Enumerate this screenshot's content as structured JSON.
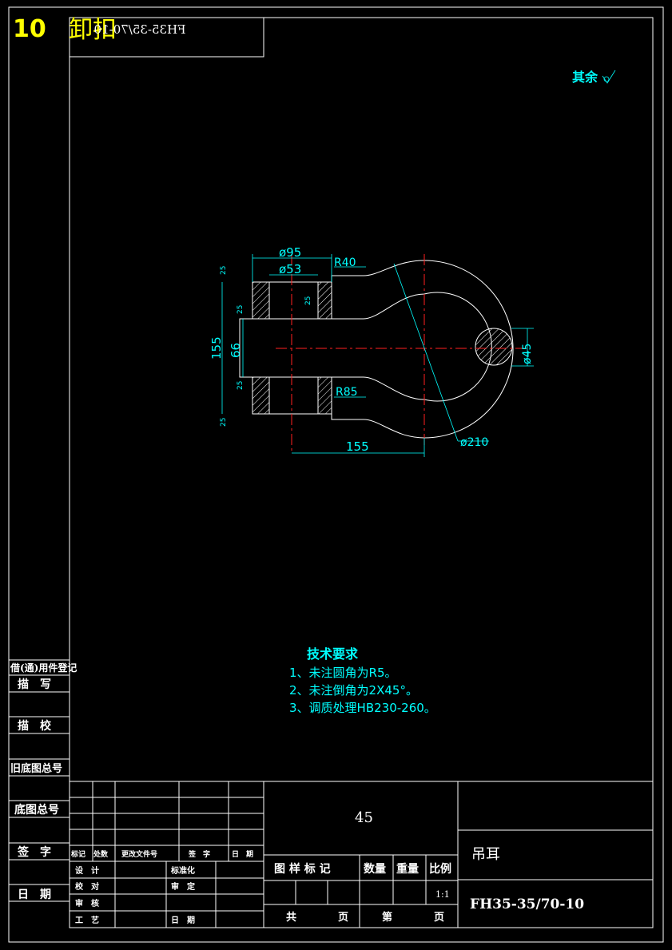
{
  "header": {
    "sheet_no": "10",
    "sheet_name": "卸扣",
    "mirrored_code": "FH35-35/70-10"
  },
  "surface_note": "其余",
  "dimensions": {
    "d95": "ø95",
    "d53": "ø53",
    "r40": "R40",
    "r85": "R85",
    "h155": "155",
    "h66": "66",
    "d45": "ø45",
    "d210": "ø210",
    "w155": "155",
    "rough_a": "25",
    "rough_b": "25",
    "rough_c": "25",
    "rough_d": "25",
    "rough_e": "25"
  },
  "tech_requirements": {
    "title": "技术要求",
    "items": [
      "1、未注圆角为R5。",
      "2、未注倒角为2X45°。",
      "3、调质处理HB230-260。"
    ]
  },
  "left_strip": {
    "labels": [
      "借(通)用件登记",
      "描　写",
      "描　校",
      "旧底图总号",
      "底图总号",
      "签　字",
      "日　期"
    ]
  },
  "title_block": {
    "material": "45",
    "part_name": "吊耳",
    "drawing_no": "FH35-35/70-10",
    "rev_headers": [
      "标记",
      "处数",
      "更改文件号",
      "签　字",
      "日　期"
    ],
    "sign_rows": [
      "设　计",
      "校　对",
      "审　核",
      "工　艺"
    ],
    "sign_right": [
      "标准化",
      "审　定",
      "日　期"
    ],
    "stage_headers": {
      "mark": "图 样 标 记",
      "qty": "数量",
      "weight": "重量",
      "scale": "比例"
    },
    "scale_value": "1:1",
    "sheet_total": "共　　　　页",
    "sheet_index": "第　　　　页"
  }
}
